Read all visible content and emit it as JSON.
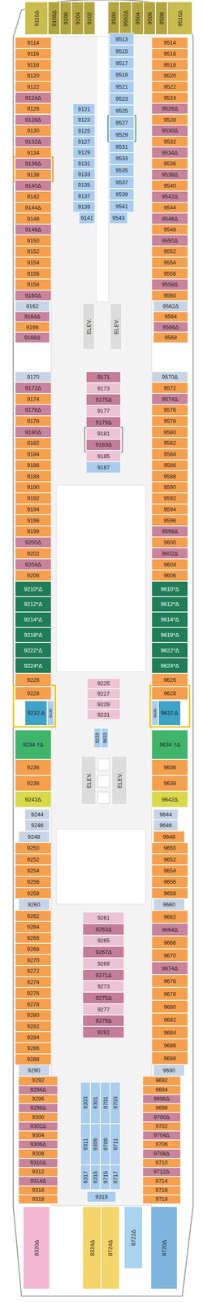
{
  "diagram": {
    "nodes": [
      {
        "text": [
          "9110Δ"
        ]
      },
      {
        "text": [
          "9108Δ"
        ]
      },
      {
        "text": [
          "9106"
        ]
      },
      {
        "text": [
          "9104"
        ]
      },
      {
        "text": [
          "9102"
        ]
      },
      {
        "text": [
          "9500"
        ]
      },
      {
        "text": [
          "9502Δ"
        ]
      },
      {
        "text": [
          "9504"
        ]
      },
      {
        "text": [
          "9506"
        ]
      },
      {
        "text": [
          "9508"
        ]
      },
      {
        "text": [
          "9510Δ"
        ]
      },
      {
        "text": [
          "9114"
        ]
      },
      {
        "text": [
          "9116"
        ]
      },
      {
        "text": [
          "9118"
        ]
      },
      {
        "text": [
          "9120"
        ]
      },
      {
        "text": [
          "9122"
        ]
      },
      {
        "text": [
          "9124Δ"
        ]
      },
      {
        "text": [
          "9126"
        ]
      },
      {
        "text": [
          "9128Δ"
        ]
      },
      {
        "text": [
          "9130"
        ]
      },
      {
        "text": [
          "9132Δ"
        ]
      },
      {
        "text": [
          "9134"
        ]
      },
      {
        "text": [
          "9136Δ"
        ]
      },
      {
        "text": [
          "9138"
        ]
      },
      {
        "text": [
          "9140Δ"
        ]
      },
      {
        "text": [
          "9142"
        ]
      },
      {
        "text": [
          "9144Δ"
        ]
      },
      {
        "text": [
          "9146"
        ]
      },
      {
        "text": [
          "9148Δ"
        ]
      },
      {
        "text": [
          "9150"
        ]
      },
      {
        "text": [
          "9152"
        ]
      },
      {
        "text": [
          "9154"
        ]
      },
      {
        "text": [
          "9156"
        ]
      },
      {
        "text": [
          "9158"
        ]
      },
      {
        "text": [
          "9160Δ"
        ]
      },
      {
        "text": [
          "9514"
        ]
      },
      {
        "text": [
          "9516"
        ]
      },
      {
        "text": [
          "9518"
        ]
      },
      {
        "text": [
          "9520"
        ]
      },
      {
        "text": [
          "9522"
        ]
      },
      {
        "text": [
          "9524"
        ]
      },
      {
        "text": [
          "9526Δ"
        ]
      },
      {
        "text": [
          "9528"
        ]
      },
      {
        "text": [
          "9530Δ"
        ]
      },
      {
        "text": [
          "9532"
        ]
      },
      {
        "text": [
          "9534Δ"
        ]
      },
      {
        "text": [
          "9536"
        ]
      },
      {
        "text": [
          "9538Δ"
        ]
      },
      {
        "text": [
          "9540"
        ]
      },
      {
        "text": [
          "9542Δ"
        ]
      },
      {
        "text": [
          "9544"
        ]
      },
      {
        "text": [
          "9546Δ"
        ]
      },
      {
        "text": [
          "9548"
        ]
      },
      {
        "text": [
          "9550Δ"
        ]
      },
      {
        "text": [
          "9552"
        ]
      },
      {
        "text": [
          "9554"
        ]
      },
      {
        "text": [
          "9556"
        ]
      },
      {
        "text": [
          "9558Δ"
        ]
      },
      {
        "text": [
          "9560"
        ]
      },
      {
        "text": [
          "9121"
        ]
      },
      {
        "text": [
          "9123"
        ]
      },
      {
        "text": [
          "9125"
        ]
      },
      {
        "text": [
          "9127"
        ]
      },
      {
        "text": [
          "9129"
        ]
      },
      {
        "text": [
          "9131"
        ]
      },
      {
        "text": [
          "9133"
        ]
      },
      {
        "text": [
          "9135"
        ]
      },
      {
        "text": [
          "9137"
        ]
      },
      {
        "text": [
          "9139"
        ]
      },
      {
        "text": [
          "9141"
        ]
      },
      {
        "text": [
          "9513"
        ]
      },
      {
        "text": [
          "9515"
        ]
      },
      {
        "text": [
          "9517"
        ]
      },
      {
        "text": [
          "9519"
        ]
      },
      {
        "text": [
          "9521"
        ]
      },
      {
        "text": [
          "9523"
        ]
      },
      {
        "text": [
          "9525"
        ]
      },
      {
        "text": [
          "9527"
        ]
      },
      {
        "text": [
          "9529"
        ]
      },
      {
        "text": [
          "9531"
        ]
      },
      {
        "text": [
          "9533"
        ]
      },
      {
        "text": [
          "9535"
        ]
      },
      {
        "text": [
          "9537"
        ]
      },
      {
        "text": [
          "9539"
        ]
      },
      {
        "text": [
          "9541"
        ]
      },
      {
        "text": [
          "9543"
        ]
      },
      {
        "text": [
          "ELEV."
        ]
      },
      {
        "text": [
          "ELEV."
        ]
      },
      {
        "text": [
          "9162"
        ]
      },
      {
        "text": [
          "9164Δ"
        ]
      },
      {
        "text": [
          "9166"
        ]
      },
      {
        "text": [
          "9168Δ"
        ]
      },
      {
        "text": [
          "9562Δ"
        ]
      },
      {
        "text": [
          "9564"
        ]
      },
      {
        "text": [
          "9566Δ"
        ]
      },
      {
        "text": [
          "9568"
        ]
      },
      {
        "text": [
          "9170"
        ]
      },
      {
        "text": [
          "9172Δ"
        ]
      },
      {
        "text": [
          "9174"
        ]
      },
      {
        "text": [
          "9176Δ"
        ]
      },
      {
        "text": [
          "9178"
        ]
      },
      {
        "text": [
          "9180Δ"
        ]
      },
      {
        "text": [
          "9182"
        ]
      },
      {
        "text": [
          "9184"
        ]
      },
      {
        "text": [
          "9186"
        ]
      },
      {
        "text": [
          "9188"
        ]
      },
      {
        "text": [
          "9190"
        ]
      },
      {
        "text": [
          "9192"
        ]
      },
      {
        "text": [
          "9194"
        ]
      },
      {
        "text": [
          "9196"
        ]
      },
      {
        "text": [
          "9198"
        ]
      },
      {
        "text": [
          "9200Δ"
        ]
      },
      {
        "text": [
          "9202"
        ]
      },
      {
        "text": [
          "9204Δ"
        ]
      },
      {
        "text": [
          "9206"
        ]
      },
      {
        "text": [
          "9570Δ"
        ]
      },
      {
        "text": [
          "9572"
        ]
      },
      {
        "text": [
          "9574Δ"
        ]
      },
      {
        "text": [
          "9576"
        ]
      },
      {
        "text": [
          "9578"
        ]
      },
      {
        "text": [
          "9580"
        ]
      },
      {
        "text": [
          "9582"
        ]
      },
      {
        "text": [
          "9584"
        ]
      },
      {
        "text": [
          "9586"
        ]
      },
      {
        "text": [
          "9588"
        ]
      },
      {
        "text": [
          "9590"
        ]
      },
      {
        "text": [
          "9592"
        ]
      },
      {
        "text": [
          "9594"
        ]
      },
      {
        "text": [
          "9596"
        ]
      },
      {
        "text": [
          "9598Δ"
        ]
      },
      {
        "text": [
          "9600"
        ]
      },
      {
        "text": [
          "9602Δ"
        ]
      },
      {
        "text": [
          "9604"
        ]
      },
      {
        "text": [
          "9606"
        ]
      },
      {
        "text": [
          "9171"
        ]
      },
      {
        "text": [
          "9173"
        ]
      },
      {
        "text": [
          "9175Δ"
        ]
      },
      {
        "text": [
          "9177"
        ]
      },
      {
        "text": [
          "9179Δ"
        ]
      },
      {
        "text": [
          "9181"
        ]
      },
      {
        "text": [
          "9183Δ"
        ]
      },
      {
        "text": [
          "9185"
        ]
      },
      {
        "text": [
          "9187"
        ]
      },
      {
        "text": [
          "9210*Δ"
        ]
      },
      {
        "text": [
          "9212*Δ"
        ]
      },
      {
        "text": [
          "9214*Δ"
        ]
      },
      {
        "text": [
          "9218*Δ"
        ]
      },
      {
        "text": [
          "9222*Δ"
        ]
      },
      {
        "text": [
          "9224*Δ"
        ]
      },
      {
        "text": [
          "9610*Δ"
        ]
      },
      {
        "text": [
          "9612*Δ"
        ]
      },
      {
        "text": [
          "9614*Δ"
        ]
      },
      {
        "text": [
          "9618*Δ"
        ]
      },
      {
        "text": [
          "9622*Δ"
        ]
      },
      {
        "text": [
          "9624*Δ"
        ]
      },
      {
        "text": [
          "9226"
        ]
      },
      {
        "text": [
          "9228"
        ]
      },
      {
        "text": [
          "9626"
        ]
      },
      {
        "text": [
          "9628"
        ]
      },
      {
        "text": [
          "9232 Δ"
        ]
      },
      {
        "text": [
          "9230"
        ]
      },
      {
        "text": [
          "9630"
        ]
      },
      {
        "text": [
          "9632 Δ"
        ]
      },
      {
        "text": [
          "9225"
        ]
      },
      {
        "text": [
          "9227"
        ]
      },
      {
        "text": [
          "9229"
        ]
      },
      {
        "text": [
          "9231"
        ]
      },
      {
        "text": [
          "9233"
        ]
      },
      {
        "text": [
          "9633"
        ]
      },
      {
        "text": [
          "9234 †Δ"
        ]
      },
      {
        "text": [
          "9236"
        ]
      },
      {
        "text": [
          "9238"
        ]
      },
      {
        "text": [
          "9242Δ"
        ]
      },
      {
        "text": [
          "9634 †Δ"
        ]
      },
      {
        "text": [
          "9636"
        ]
      },
      {
        "text": [
          "9638"
        ]
      },
      {
        "text": [
          "9642Δ"
        ]
      },
      {
        "text": [
          "ELEV."
        ]
      },
      {
        "text": [
          "ELEV."
        ]
      },
      {
        "text": [
          "9244"
        ]
      },
      {
        "text": [
          "9246"
        ]
      },
      {
        "text": [
          "9248"
        ]
      },
      {
        "text": [
          "9250"
        ]
      },
      {
        "text": [
          "9252"
        ]
      },
      {
        "text": [
          "9254"
        ]
      },
      {
        "text": [
          "9256"
        ]
      },
      {
        "text": [
          "9258"
        ]
      },
      {
        "text": [
          "9260"
        ]
      },
      {
        "text": [
          "9262"
        ]
      },
      {
        "text": [
          "9264"
        ]
      },
      {
        "text": [
          "9266"
        ]
      },
      {
        "text": [
          "9268"
        ]
      },
      {
        "text": [
          "9270"
        ]
      },
      {
        "text": [
          "9272"
        ]
      },
      {
        "text": [
          "9274"
        ]
      },
      {
        "text": [
          "9276"
        ]
      },
      {
        "text": [
          "9278"
        ]
      },
      {
        "text": [
          "9280"
        ]
      },
      {
        "text": [
          "9282"
        ]
      },
      {
        "text": [
          "9284"
        ]
      },
      {
        "text": [
          "9286"
        ]
      },
      {
        "text": [
          "9288"
        ]
      },
      {
        "text": [
          "9290"
        ]
      },
      {
        "text": [
          "9644"
        ]
      },
      {
        "text": [
          "9646"
        ]
      },
      {
        "text": [
          "9648"
        ]
      },
      {
        "text": [
          "9650"
        ]
      },
      {
        "text": [
          "9652"
        ]
      },
      {
        "text": [
          "9654"
        ]
      },
      {
        "text": [
          "9656"
        ]
      },
      {
        "text": [
          "9658"
        ]
      },
      {
        "text": [
          "9660"
        ]
      },
      {
        "text": [
          "9662"
        ]
      },
      {
        "text": [
          "9664Δ"
        ]
      },
      {
        "text": [
          "9668"
        ]
      },
      {
        "text": [
          "9670"
        ]
      },
      {
        "text": [
          "9674Δ"
        ]
      },
      {
        "text": [
          "9676"
        ]
      },
      {
        "text": [
          "9678"
        ]
      },
      {
        "text": [
          "9680"
        ]
      },
      {
        "text": [
          "9682"
        ]
      },
      {
        "text": [
          "9684"
        ]
      },
      {
        "text": [
          "9686"
        ]
      },
      {
        "text": [
          "9688"
        ]
      },
      {
        "text": [
          "9690"
        ]
      },
      {
        "text": [
          "9261"
        ]
      },
      {
        "text": [
          "9263Δ"
        ]
      },
      {
        "text": [
          "9265"
        ]
      },
      {
        "text": [
          "9267Δ"
        ]
      },
      {
        "text": [
          "9269"
        ]
      },
      {
        "text": [
          "9271Δ"
        ]
      },
      {
        "text": [
          "9273"
        ]
      },
      {
        "text": [
          "9275Δ"
        ]
      },
      {
        "text": [
          "9277"
        ]
      },
      {
        "text": [
          "9279Δ"
        ]
      },
      {
        "text": [
          "9281"
        ]
      },
      {
        "text": [
          "9292"
        ]
      },
      {
        "text": [
          "9294Δ"
        ]
      },
      {
        "text": [
          "9296"
        ]
      },
      {
        "text": [
          "9298Δ"
        ]
      },
      {
        "text": [
          "9300"
        ]
      },
      {
        "text": [
          "9302Δ"
        ]
      },
      {
        "text": [
          "9304"
        ]
      },
      {
        "text": [
          "9306Δ"
        ]
      },
      {
        "text": [
          "9308"
        ]
      },
      {
        "text": [
          "9310Δ"
        ]
      },
      {
        "text": [
          "9312"
        ]
      },
      {
        "text": [
          "9314Δ"
        ]
      },
      {
        "text": [
          "9316"
        ]
      },
      {
        "text": [
          "9318"
        ]
      },
      {
        "text": [
          "9692"
        ]
      },
      {
        "text": [
          "9694"
        ]
      },
      {
        "text": [
          "9696Δ"
        ]
      },
      {
        "text": [
          "9698"
        ]
      },
      {
        "text": [
          "9700Δ"
        ]
      },
      {
        "text": [
          "9702"
        ]
      },
      {
        "text": [
          "9704Δ"
        ]
      },
      {
        "text": [
          "9706"
        ]
      },
      {
        "text": [
          "9708Δ"
        ]
      },
      {
        "text": [
          "9710"
        ]
      },
      {
        "text": [
          "9712Δ"
        ]
      },
      {
        "text": [
          "9714"
        ]
      },
      {
        "text": [
          "9716"
        ]
      },
      {
        "text": [
          "9718"
        ]
      },
      {
        "text": [
          "9303"
        ]
      },
      {
        "text": [
          "9301"
        ]
      },
      {
        "text": [
          "9701"
        ]
      },
      {
        "text": [
          "9703"
        ]
      },
      {
        "text": [
          "9311"
        ]
      },
      {
        "text": [
          "9309"
        ]
      },
      {
        "text": [
          "9709"
        ]
      },
      {
        "text": [
          "9711"
        ]
      },
      {
        "text": [
          "9317"
        ]
      },
      {
        "text": [
          "9315"
        ]
      },
      {
        "text": [
          "9715"
        ]
      },
      {
        "text": [
          "9717"
        ]
      },
      {
        "text": [
          "9319"
        ]
      },
      {
        "text": [
          "8320Δ"
        ]
      },
      {
        "text": [
          "8324Δ"
        ]
      },
      {
        "text": [
          "8724Δ"
        ]
      },
      {
        "text": [
          "8722Δ"
        ]
      },
      {
        "text": [
          "8720Δ"
        ]
      }
    ]
  }
}
